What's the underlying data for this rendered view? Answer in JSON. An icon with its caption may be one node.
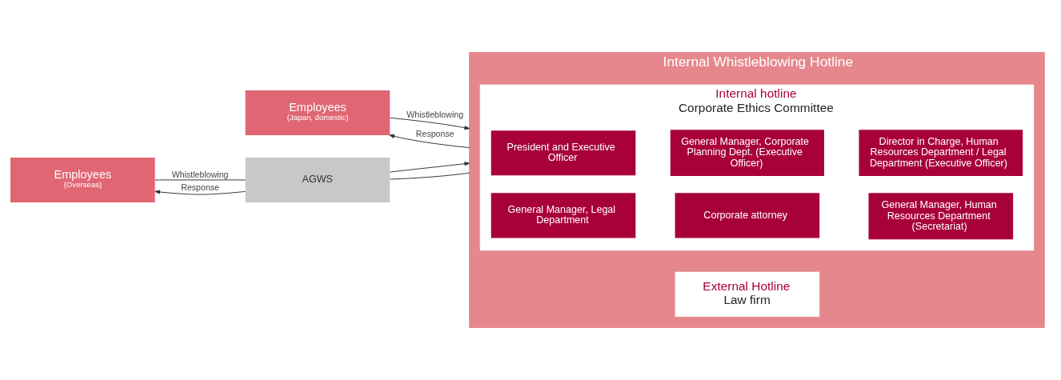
{
  "diagram": {
    "nodes": [
      {
        "text": [
          "Employees",
          "(Japan, domestic)"
        ]
      },
      {
        "text": [
          "Employees",
          "(Overseas)"
        ]
      },
      {
        "text": [
          "AGWS"
        ]
      },
      {
        "text": [
          "Internal Whistleblowing Hotline"
        ]
      },
      {
        "text": [
          "Internal hotline",
          "Corporate Ethics Committee"
        ],
        "in": 3
      },
      {
        "text": [
          "President and Executive Officer"
        ],
        "in": 4
      },
      {
        "text": [
          "General Manager, Corporate Planning Dept. (Executive Officer)"
        ],
        "in": 4
      },
      {
        "text": [
          "Director in Charge, Human Resources Department / Legal Department (Executive Officer)"
        ],
        "in": 4
      },
      {
        "text": [
          "General Manager, Legal Department"
        ],
        "in": 4
      },
      {
        "text": [
          "Corporate attorney"
        ],
        "in": 4
      },
      {
        "text": [
          "General Manager, Human Resources Department (Secretariat)"
        ],
        "in": 4
      },
      {
        "text": [
          "External Hotline",
          "Law firm"
        ],
        "in": 3
      }
    ],
    "edges": [
      {
        "from": 0,
        "to": 3,
        "arrow": "to",
        "label": "Whistleblowing"
      },
      {
        "from": 3,
        "to": 0,
        "arrow": "to",
        "label": "Response"
      },
      {
        "from": 1,
        "to": 2,
        "arrow": "none",
        "label": "Whistleblowing"
      },
      {
        "from": 2,
        "to": 3,
        "arrow": "to"
      },
      {
        "from": 3,
        "to": 2,
        "arrow": "none"
      },
      {
        "from": 2,
        "to": 1,
        "arrow": "to",
        "label": "Response"
      }
    ]
  }
}
